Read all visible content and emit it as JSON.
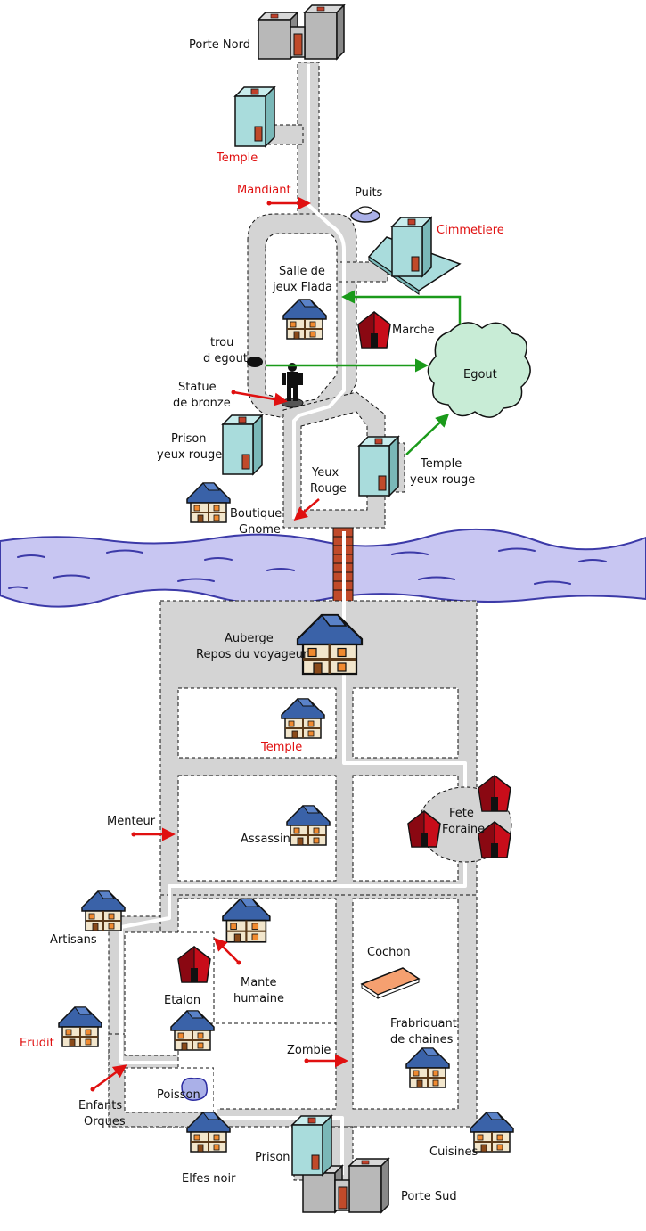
{
  "labels": {
    "porte_nord": "Porte Nord",
    "temple_nord": "Temple",
    "mandiant": "Mandiant",
    "puits": "Puits",
    "cimmetiere": "Cimmetiere",
    "salle_l1": "Salle de",
    "salle_l2": "jeux Flada",
    "marche": "Marche",
    "trou_l1": "trou",
    "trou_l2": "d egout",
    "egout": "Egout",
    "statue_l1": "Statue",
    "statue_l2": "de bronze",
    "prison_yeux_l1": "Prison",
    "prison_yeux_l2": "yeux rouge",
    "temple_yeux_l1": "Temple",
    "temple_yeux_l2": "yeux rouge",
    "yeux_rouge_l1": "Yeux",
    "yeux_rouge_l2": "Rouge",
    "boutique_l1": "Boutique",
    "boutique_l2": "Gnome",
    "auberge_l1": "Auberge",
    "auberge_l2": "Repos du voyageur",
    "temple_sud": "Temple",
    "menteur": "Menteur",
    "assassin": "Assassin",
    "fete_l1": "Fete",
    "fete_l2": "Foraine",
    "artisans": "Artisans",
    "mante_l1": "Mante",
    "mante_l2": "humaine",
    "etalon": "Etalon",
    "cochon": "Cochon",
    "erudit": "Erudit",
    "frab_l1": "Frabriquant",
    "frab_l2": "de chaines",
    "zombie": "Zombie",
    "enfants_l1": "Enfants",
    "enfants_l2": "Orques",
    "poisson": "Poisson",
    "prison_sud": "Prison",
    "cuisines": "Cuisines",
    "elfes_noir": "Elfes noir",
    "porte_sud": "Porte Sud"
  },
  "colors": {
    "road": "#d4d4d4",
    "path": "#ffffff",
    "river": "#c8c6f2",
    "river_lines": "#3c3aa8",
    "house_roof": "#3a62a8",
    "temple_wall": "#a9dcdc",
    "tent": "#c80d1a",
    "egout_cloud": "#c8ecd6",
    "green_arrow": "#1a9a1a",
    "red_arrow": "#e01010",
    "bridge": "#c04a2a",
    "cochon": "#f5a070"
  },
  "icons": {
    "house": "house-icon",
    "tower": "tower-icon",
    "tent": "tent-icon",
    "gate": "gate-icon",
    "statue": "statue-icon",
    "well": "well-icon",
    "manhole": "manhole-icon",
    "cloud": "sewer-cloud-icon",
    "pen": "pig-pen-icon",
    "pond": "pond-icon"
  }
}
